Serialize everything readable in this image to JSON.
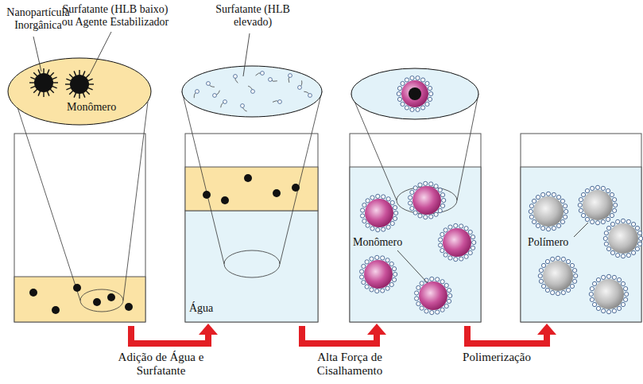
{
  "diagram": {
    "labels": [
      "Nanopartícula Inorgânica",
      "Surfatante (HLB baixo) ou Agente Estabilizador",
      "Monômero",
      "Surfatante (HLB elevado)",
      "Água",
      "Monômero",
      "Polímero",
      "Adição de Água e Surfatante",
      "Alta Força de Cisalhamento",
      "Polimerização"
    ]
  }
}
